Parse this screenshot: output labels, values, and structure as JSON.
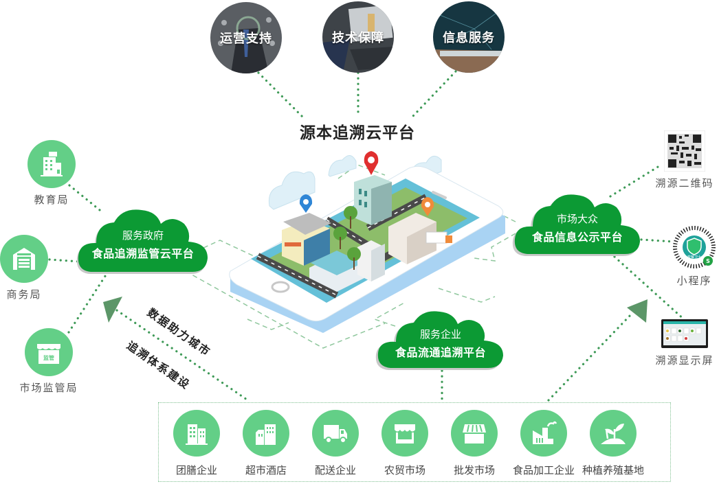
{
  "title": "源本追溯云平台",
  "services": [
    {
      "label": "运营支持",
      "icon": "support-photo"
    },
    {
      "label": "技术保障",
      "icon": "tech-photo"
    },
    {
      "label": "信息服务",
      "icon": "info-photo"
    }
  ],
  "clouds": {
    "government": {
      "line1": "服务政府",
      "line2": "食品追溯监管云平台"
    },
    "public": {
      "line1": "市场大众",
      "line2": "食品信息公示平台"
    },
    "enterprise": {
      "line1": "服务企业",
      "line2": "食品流通追溯平台"
    }
  },
  "government_agencies": [
    {
      "label": "教育局",
      "icon": "office-building-icon"
    },
    {
      "label": "商务局",
      "icon": "warehouse-icon"
    },
    {
      "label": "市场监管局",
      "icon": "market-supervision-icon",
      "badge": "监管"
    }
  ],
  "public_outputs": [
    {
      "label": "溯源二维码",
      "icon": "qr-code-icon"
    },
    {
      "label": "小程序",
      "icon": "mini-program-code-icon",
      "badge": "校餐卫士"
    },
    {
      "label": "溯源显示屏",
      "icon": "display-screen-icon"
    }
  ],
  "slogans": {
    "line1": "数据助力城市",
    "line2": "追溯体系建设"
  },
  "enterprises": [
    {
      "label": "团膳企业",
      "icon": "buildings-icon"
    },
    {
      "label": "超市酒店",
      "icon": "city-buildings-icon"
    },
    {
      "label": "配送企业",
      "icon": "truck-icon"
    },
    {
      "label": "农贸市场",
      "icon": "market-stall-icon"
    },
    {
      "label": "批发市场",
      "icon": "awning-shop-icon"
    },
    {
      "label": "食品加工企业",
      "icon": "factory-icon"
    },
    {
      "label": "种植养殖基地",
      "icon": "plant-sprout-icon"
    }
  ],
  "colors": {
    "cloud_green": "#0c9a34",
    "icon_green": "#63cf87",
    "dot_green": "#3e9a57",
    "dash_green": "#8fc79d",
    "arrow_green": "#5c9668"
  }
}
